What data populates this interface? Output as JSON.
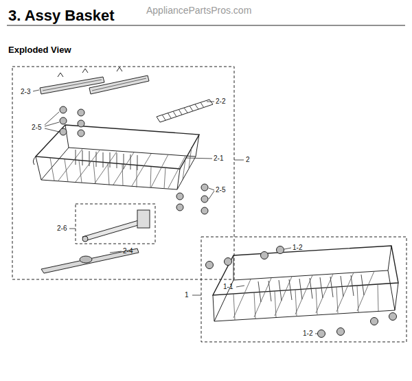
{
  "diagram": {
    "title": "3. Assy Basket",
    "labels": [
      "AppliancePartsPros.com",
      "Exploded View",
      "2-3",
      "2-2",
      "2-5",
      "2-1",
      "2",
      "2-5",
      "2-6",
      "2-4",
      "1-2",
      "1-1",
      "1",
      "1-2"
    ]
  }
}
